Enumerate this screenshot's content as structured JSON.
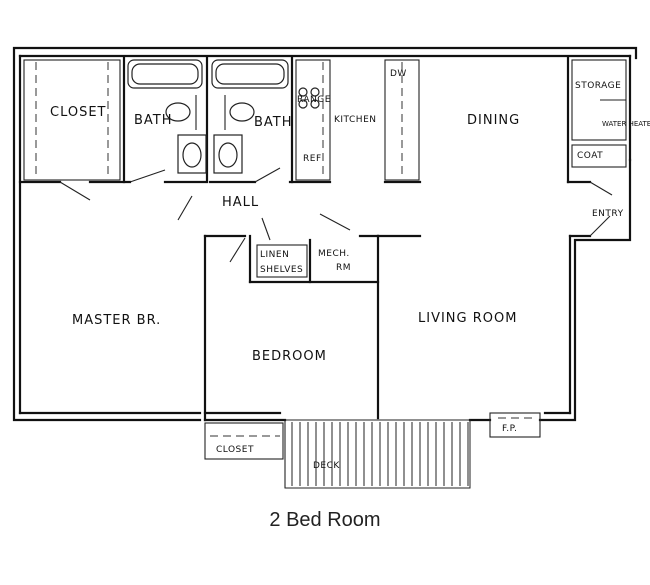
{
  "labels": {
    "closet_master": "CLOSET",
    "bath1": "BATH",
    "bath2": "BATH",
    "range": "RANGE",
    "kitchen": "KITCHEN",
    "dw": "DW",
    "dining": "DINING",
    "storage": "STORAGE",
    "water_heater": "WATER HEATER",
    "coat": "COAT",
    "ref": "REF",
    "hall": "HALL",
    "entry": "ENTRY",
    "linen_line1": "LINEN",
    "linen_line2": "SHELVES",
    "mech_line1": "MECH.",
    "mech_line2": "RM",
    "master_br": "MASTER BR.",
    "living_room": "LIVING ROOM",
    "bedroom": "BEDROOM",
    "fp": "F.P.",
    "closet_bedroom": "CLOSET",
    "deck": "DECK"
  },
  "caption": "2 Bed Room"
}
